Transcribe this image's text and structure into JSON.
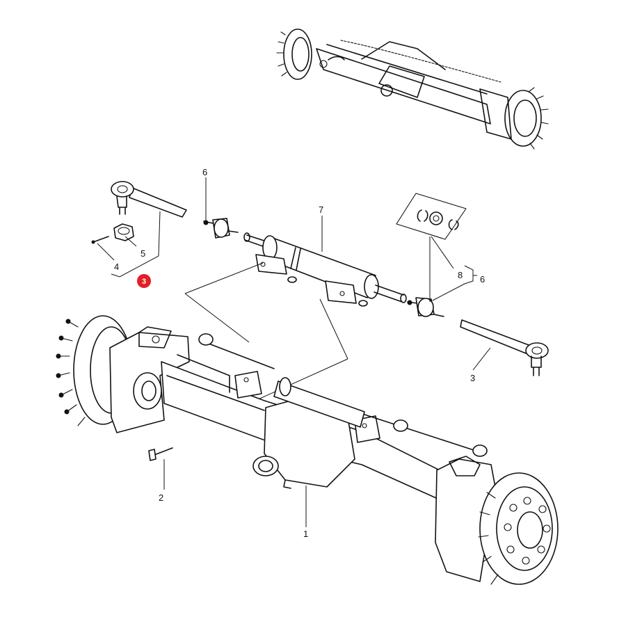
{
  "callouts": {
    "c1": "1",
    "c2": "2",
    "c3_left": "3",
    "c3_right": "3",
    "c4": "4",
    "c5": "5",
    "c6_top": "6",
    "c6_right": "6",
    "c7": "7",
    "c8": "8"
  },
  "colors": {
    "badge": "#e31e24",
    "ink": "#111111"
  }
}
